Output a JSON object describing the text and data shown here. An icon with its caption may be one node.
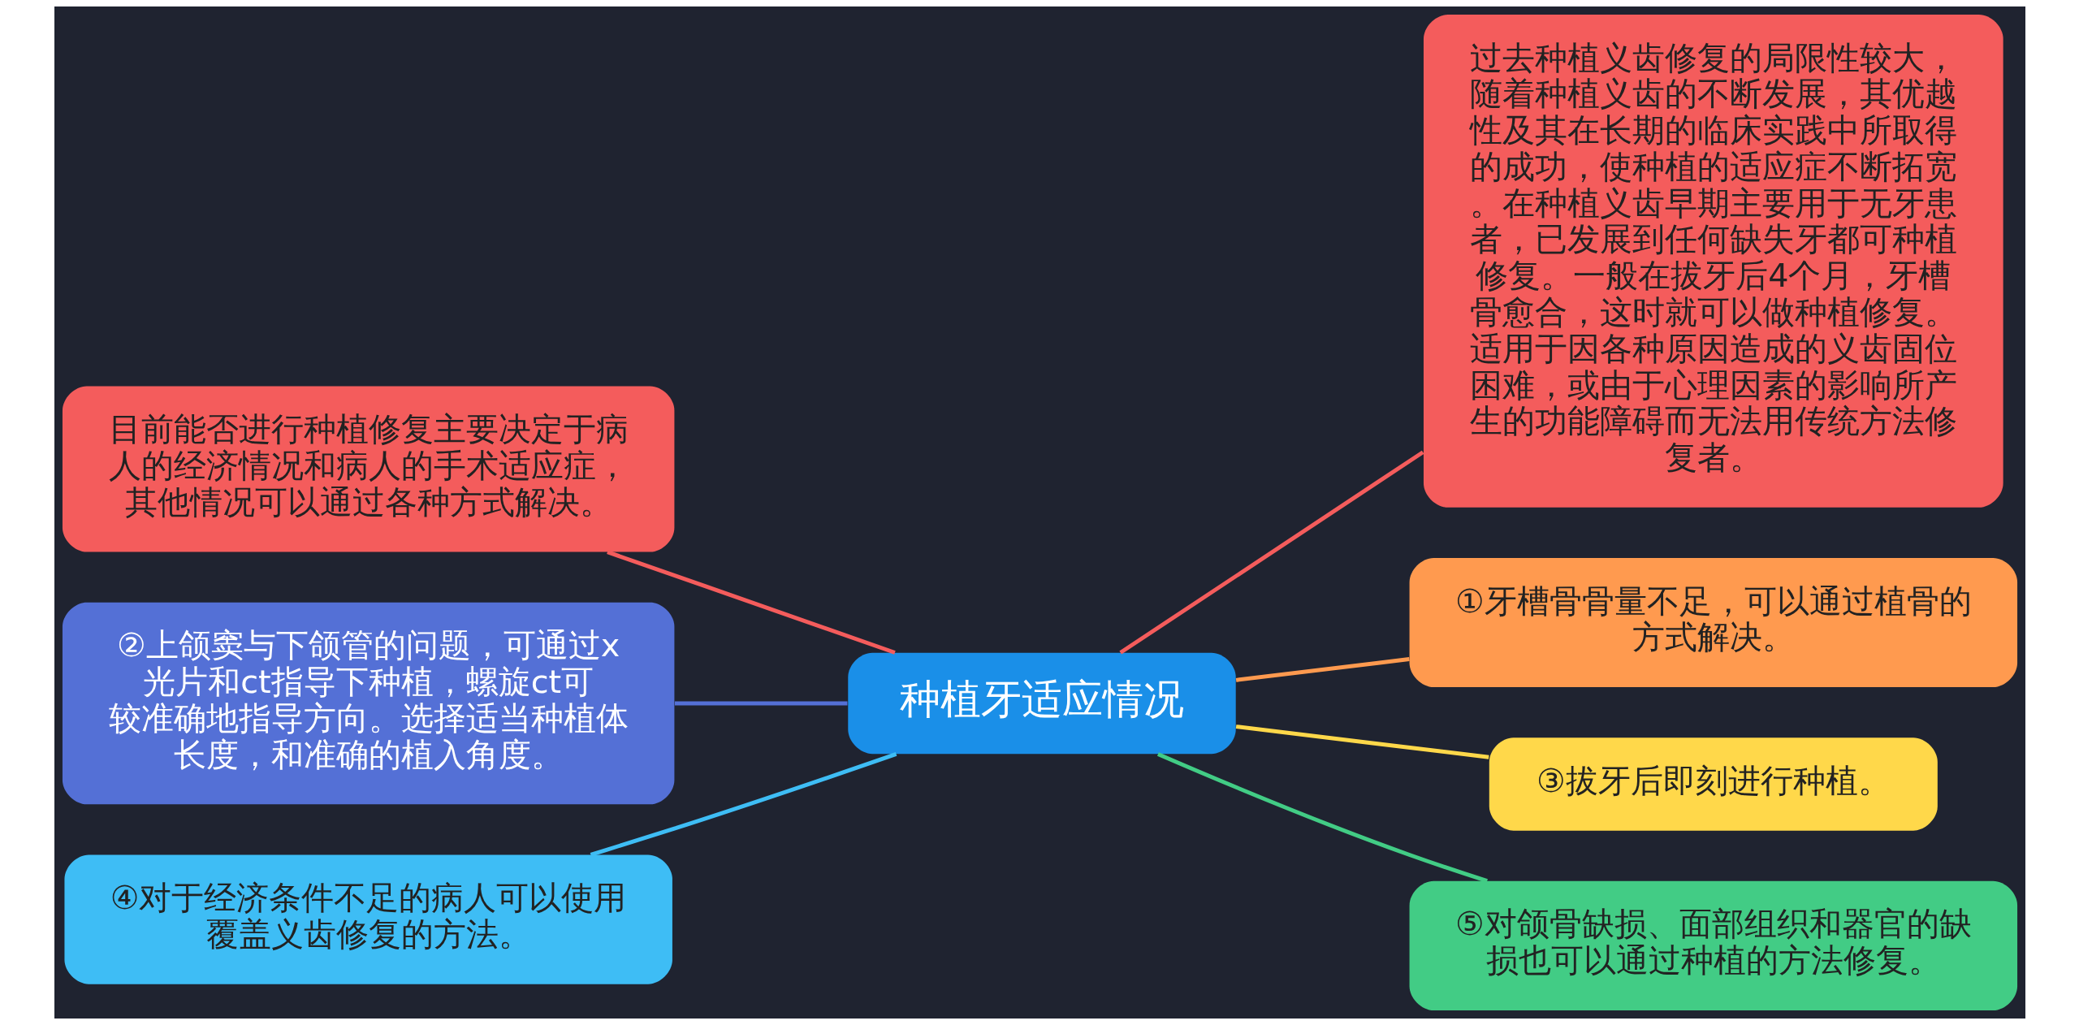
{
  "diagram": {
    "nodes": [
      {
        "text": [
          "种植牙适应情况"
        ]
      },
      {
        "text": [
          "目前能否进行种植修复主要决定于病人的经济情况和病人的手术适应症，其他情况可以通过各种方式解决。"
        ]
      },
      {
        "text": [
          "过去种植义齿修复的局限性较大，随着种植义齿的不断发展，其优越性及其在长期的临床实践中所取得的成功，使种植的适应症不断拓宽。在种植义齿早期主要用于无牙患者，已发展到任何缺失牙都可种植修复。一般在拔牙后4个月，牙槽骨愈合，这时就可以做种植修复。适用于因各种原因造成的义齿固位困难，或由于心理因素的影响所产生的功能障碍而无法用传统方法修复者。"
        ]
      },
      {
        "text": [
          "②上颌窦与下颌管的问题，可通过x光片和ct指导下种植，螺旋ct可较准确地指导方向。选择适当种植体长度，和准确的植入角度。"
        ]
      },
      {
        "text": [
          "①牙槽骨骨量不足，可以通过植骨的方式解决。"
        ]
      },
      {
        "text": [
          "④对于经济条件不足的病人可以使用覆盖义齿修复的方法。"
        ]
      },
      {
        "text": [
          "③拔牙后即刻进行种植。"
        ]
      },
      {
        "text": [
          "⑤对颌骨缺损、面部组织和器官的缺损也可以通过种植的方法修复。"
        ]
      }
    ],
    "edges": [
      {
        "from": 0,
        "to": 1,
        "arrow": "none",
        "color": "#f45c5c"
      },
      {
        "from": 0,
        "to": 2,
        "arrow": "none",
        "color": "#f45c5c"
      },
      {
        "from": 0,
        "to": 3,
        "arrow": "none",
        "color": "#5470d6"
      },
      {
        "from": 0,
        "to": 4,
        "arrow": "none",
        "color": "#ff9a4f"
      },
      {
        "from": 0,
        "to": 5,
        "arrow": "none",
        "color": "#3ebdf5"
      },
      {
        "from": 0,
        "to": 6,
        "arrow": "none",
        "color": "#ffd84a"
      },
      {
        "from": 0,
        "to": 7,
        "arrow": "none",
        "color": "#42cc85"
      }
    ]
  }
}
